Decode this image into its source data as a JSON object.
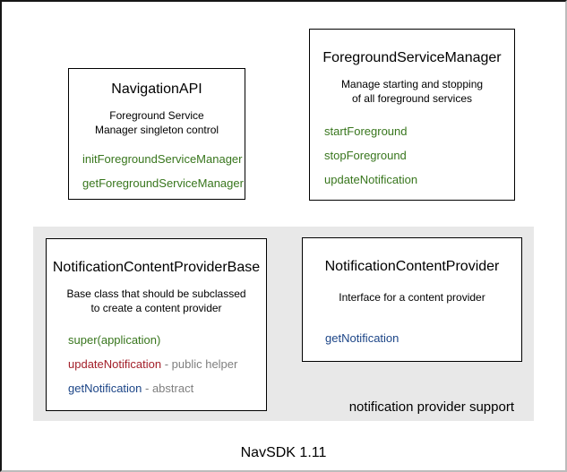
{
  "colors": {
    "green": "#38761d",
    "red": "#a3202a",
    "blue": "#1c4587",
    "muted": "#7f7f7f",
    "panel": "#e8e8e8",
    "box-border": "#000000"
  },
  "boxes": [
    {
      "title": "NavigationAPI",
      "description": [
        "Foreground Service",
        "Manager singleton control"
      ],
      "methods": [
        {
          "name": "initForegroundServiceManager",
          "color": "green"
        },
        {
          "name": "getForegroundServiceManager",
          "color": "green"
        }
      ]
    },
    {
      "title": "ForegroundServiceManager",
      "description": [
        "Manage starting and stopping",
        "of all foreground services"
      ],
      "methods": [
        {
          "name": "startForeground",
          "color": "green"
        },
        {
          "name": "stopForeground",
          "color": "green"
        },
        {
          "name": "updateNotification",
          "color": "green"
        }
      ]
    },
    {
      "title": "NotificationContentProviderBase",
      "description": [
        "Base class that should be subclassed",
        "to create a content provider"
      ],
      "methods": [
        {
          "name": "super(application)",
          "color": "green"
        },
        {
          "name": "updateNotification",
          "color": "red",
          "suffix": " - public helper"
        },
        {
          "name": "getNotification",
          "color": "blue",
          "suffix": " - abstract"
        }
      ]
    },
    {
      "title": "NotificationContentProvider",
      "description": [
        "Interface for a content provider"
      ],
      "methods": [
        {
          "name": "getNotification",
          "color": "blue"
        }
      ]
    }
  ],
  "group": {
    "label": "notification provider support"
  },
  "caption": "NavSDK 1.11"
}
